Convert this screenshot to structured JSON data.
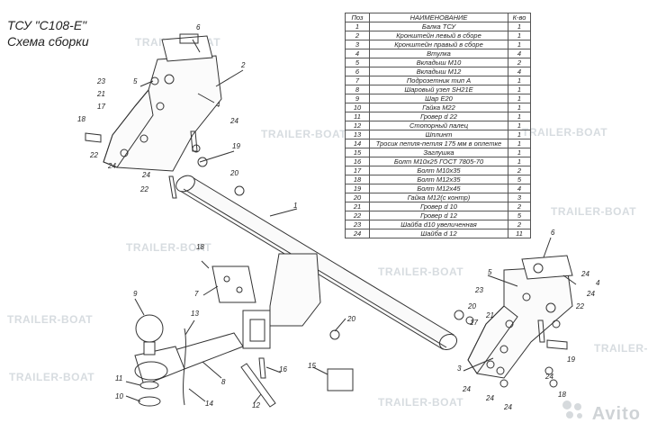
{
  "title": {
    "line1": "ТСУ \"С108-Е\"",
    "line2": "Схема сборки"
  },
  "watermark": "TRAILER-BOAT",
  "watermark_site": "Avito",
  "colors": {
    "line": "#333333",
    "watermark": "#d7dce0"
  },
  "spec_table": {
    "headers": [
      "Поз",
      "НАИМЕНОВАНИЕ",
      "К-во"
    ],
    "rows": [
      [
        "1",
        "Балка ТСУ",
        "1"
      ],
      [
        "2",
        "Кронштейн левый в сборе",
        "1"
      ],
      [
        "3",
        "Кронштейн правый в сборе",
        "1"
      ],
      [
        "4",
        "Втулка",
        "4"
      ],
      [
        "5",
        "Вкладыш М10",
        "2"
      ],
      [
        "6",
        "Вкладыш М12",
        "4"
      ],
      [
        "7",
        "Подрозетник тип А",
        "1"
      ],
      [
        "8",
        "Шаровый узел SH21E",
        "1"
      ],
      [
        "9",
        "Шар E20",
        "1"
      ],
      [
        "10",
        "Гайка М22",
        "1"
      ],
      [
        "11",
        "Гровер d 22",
        "1"
      ],
      [
        "12",
        "Стопорный палец",
        "1"
      ],
      [
        "13",
        "Шплинт",
        "1"
      ],
      [
        "14",
        "Тросик петля-петля 175 мм в оплетке",
        "1"
      ],
      [
        "15",
        "Заглушка",
        "1"
      ],
      [
        "16",
        "Болт М10х25 ГОСТ 7805-70",
        "1"
      ],
      [
        "17",
        "Болт М10х35",
        "2"
      ],
      [
        "18",
        "Болт М12х35",
        "5"
      ],
      [
        "19",
        "Болт М12х45",
        "4"
      ],
      [
        "20",
        "Гайка М12(с контр)",
        "3"
      ],
      [
        "21",
        "Гровер d 10",
        "2"
      ],
      [
        "22",
        "Гровер d 12",
        "5"
      ],
      [
        "23",
        "Шайба d10 увеличенная",
        "2"
      ],
      [
        "24",
        "Шайба d 12",
        "11"
      ]
    ]
  },
  "callouts": {
    "c1": "1",
    "c2": "2",
    "c3": "3",
    "c4a": "4",
    "c4b": "4",
    "c5a": "5",
    "c5b": "5",
    "c6a": "6",
    "c6b": "6",
    "c7": "7",
    "c8": "8",
    "c9": "9",
    "c10": "10",
    "c11": "11",
    "c12": "12",
    "c13": "13",
    "c14": "14",
    "c15": "15",
    "c16": "16",
    "c17a": "17",
    "c17b": "17",
    "c18a": "18",
    "c18b": "18",
    "c18c": "18",
    "c19a": "19",
    "c19b": "19",
    "c20a": "20",
    "c20b": "20",
    "c20c": "20",
    "c21a": "21",
    "c21b": "21",
    "c22a": "22",
    "c22b": "22",
    "c22c": "22",
    "c23a": "23",
    "c23b": "23",
    "c24a": "24",
    "c24b": "24",
    "c24c": "24",
    "c24d": "24",
    "c24e": "24",
    "c24f": "24",
    "c24g": "24",
    "c24h": "24",
    "c24i": "24"
  }
}
